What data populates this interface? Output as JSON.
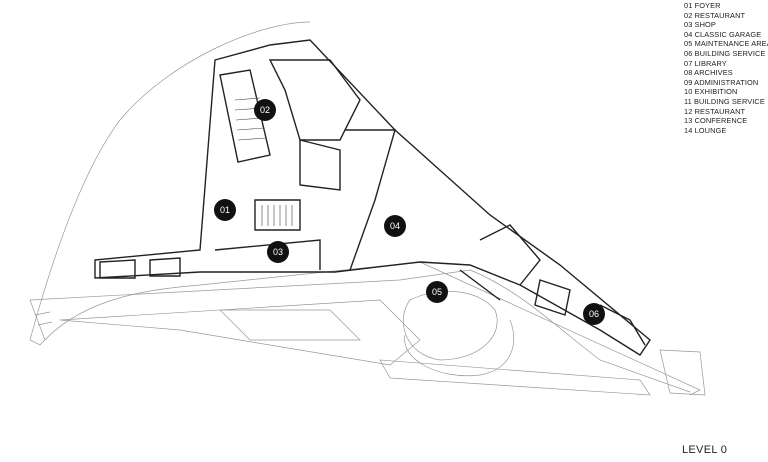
{
  "legend": [
    {
      "num": "01",
      "label": "FOYER"
    },
    {
      "num": "02",
      "label": "RESTAURANT"
    },
    {
      "num": "03",
      "label": "SHOP"
    },
    {
      "num": "04",
      "label": "CLASSIC GARAGE"
    },
    {
      "num": "05",
      "label": "MAINTENANCE AREA"
    },
    {
      "num": "06",
      "label": "BUILDING SERVICE"
    },
    {
      "num": "07",
      "label": "LIBRARY"
    },
    {
      "num": "08",
      "label": "ARCHIVES"
    },
    {
      "num": "09",
      "label": "ADMINISTRATION"
    },
    {
      "num": "10",
      "label": "EXHIBITION"
    },
    {
      "num": "11",
      "label": "BUILDING SERVICE"
    },
    {
      "num": "12",
      "label": "RESTAURANT"
    },
    {
      "num": "13",
      "label": "CONFERENCE"
    },
    {
      "num": "14",
      "label": "LOUNGE"
    }
  ],
  "markers": [
    "01",
    "02",
    "03",
    "04",
    "05",
    "06"
  ],
  "level_label": "LEVEL 0",
  "colors": {
    "line": "#333333",
    "marker": "#111111",
    "background": "#ffffff"
  }
}
